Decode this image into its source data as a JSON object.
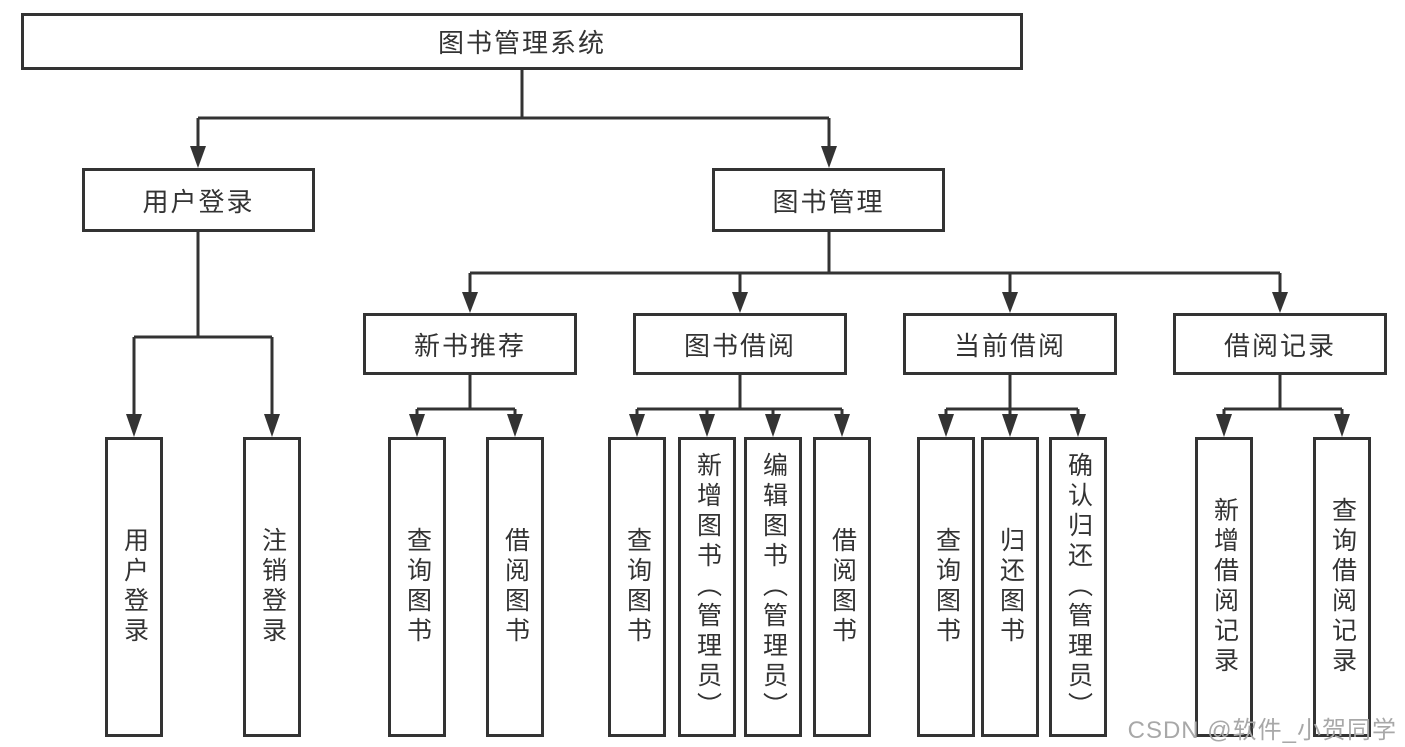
{
  "diagram": {
    "type": "hierarchy-tree",
    "colors": {
      "line": "#333333",
      "text": "#333333",
      "box_background": "#ffffff",
      "watermark_text": "#a8a8a8"
    },
    "tree": {
      "label": "图书管理系统",
      "children": [
        {
          "label": "用户登录",
          "children": [
            {
              "label": "用户登录"
            },
            {
              "label": "注销登录"
            }
          ]
        },
        {
          "label": "图书管理",
          "children": [
            {
              "label": "新书推荐",
              "children": [
                {
                  "label": "查询图书"
                },
                {
                  "label": "借阅图书"
                }
              ]
            },
            {
              "label": "图书借阅",
              "children": [
                {
                  "label": "查询图书"
                },
                {
                  "label": "新增图书（管理员）"
                },
                {
                  "label": "编辑图书（管理员）"
                },
                {
                  "label": "借阅图书"
                }
              ]
            },
            {
              "label": "当前借阅",
              "children": [
                {
                  "label": "查询图书"
                },
                {
                  "label": "归还图书"
                },
                {
                  "label": "确认归还（管理员）"
                }
              ]
            },
            {
              "label": "借阅记录",
              "children": [
                {
                  "label": "新增借阅记录"
                },
                {
                  "label": "查询借阅记录"
                }
              ]
            }
          ]
        }
      ]
    },
    "watermark": "CSDN @软件_小贺同学"
  }
}
